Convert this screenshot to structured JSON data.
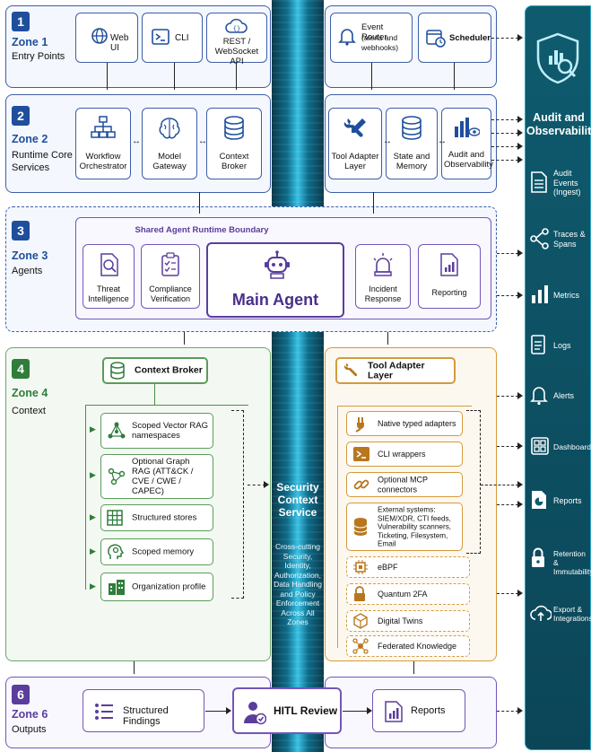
{
  "zones": {
    "z1": {
      "num": "1",
      "title": "Zone 1",
      "sub": "Entry Points"
    },
    "z2": {
      "num": "2",
      "title": "Zone 2",
      "sub": "Runtime Core Services"
    },
    "z3": {
      "num": "3",
      "title": "Zone 3",
      "sub": "Agents"
    },
    "z4": {
      "num": "4",
      "title": "Zone 4",
      "sub": "Context"
    },
    "z6": {
      "num": "6",
      "title": "Zone 6",
      "sub": "Outputs"
    }
  },
  "zone1": {
    "web_ui": "Web UI",
    "cli": "CLI",
    "rest": "REST / WebSocket API",
    "event_router": "Event Router",
    "event_router_sub": "(alerts and webhooks)",
    "scheduler": "Scheduler"
  },
  "zone2": {
    "workflow": "Workflow Orchestrator",
    "model_gateway": "Model Gateway",
    "context_broker": "Context Broker",
    "tool_adapter": "Tool Adapter Layer",
    "state_memory": "State and Memory",
    "audit_obs": "Audit and Observability"
  },
  "zone3": {
    "boundary": "Shared Agent Runtime Boundary",
    "threat": "Threat Intelligence",
    "compliance": "Compliance Verification",
    "main_agent": "Main Agent",
    "incident": "Incident Response",
    "reporting": "Reporting"
  },
  "zone4_left": {
    "header": "Context Broker",
    "items": [
      "Scoped Vector RAG namespaces",
      "Optional Graph RAG (ATT&CK / CVE / CWE / CAPEC)",
      "Structured stores",
      "Scoped memory",
      "Organization profile"
    ]
  },
  "zone4_right": {
    "header": "Tool Adapter Layer",
    "items": [
      "Native typed adapters",
      "CLI wrappers",
      "Optional MCP connectors",
      "External systems: SIEM/XDR, CTI feeds, Vulnerability scanners, Ticketing, Filesystem, Email"
    ],
    "dashed_items": [
      "eBPF",
      "Quantum 2FA",
      "Digital Twins",
      "Federated Knowledge"
    ]
  },
  "security": {
    "title": "Security Context Service",
    "desc": "Cross-cutting Security, Identity, Authorization, Data Handling and Policy Enforcement Across All Zones"
  },
  "zone6": {
    "findings": "Structured Findings",
    "hitl": "HITL Review",
    "reports": "Reports"
  },
  "audit_panel": {
    "title": "Audit and Observability",
    "items": [
      "Audit Events (Ingest)",
      "Traces & Spans",
      "Metrics",
      "Logs",
      "Alerts",
      "Dashboards",
      "Reports",
      "Retention & Immutability",
      "Export & Integrations"
    ]
  },
  "colors": {
    "zone_blue": "#1f4f9c",
    "context_green": "#2f7d3a",
    "tool_orange": "#d49a3d",
    "agent_purple": "#5a3d9c",
    "security_teal": "#0e6d8a"
  }
}
